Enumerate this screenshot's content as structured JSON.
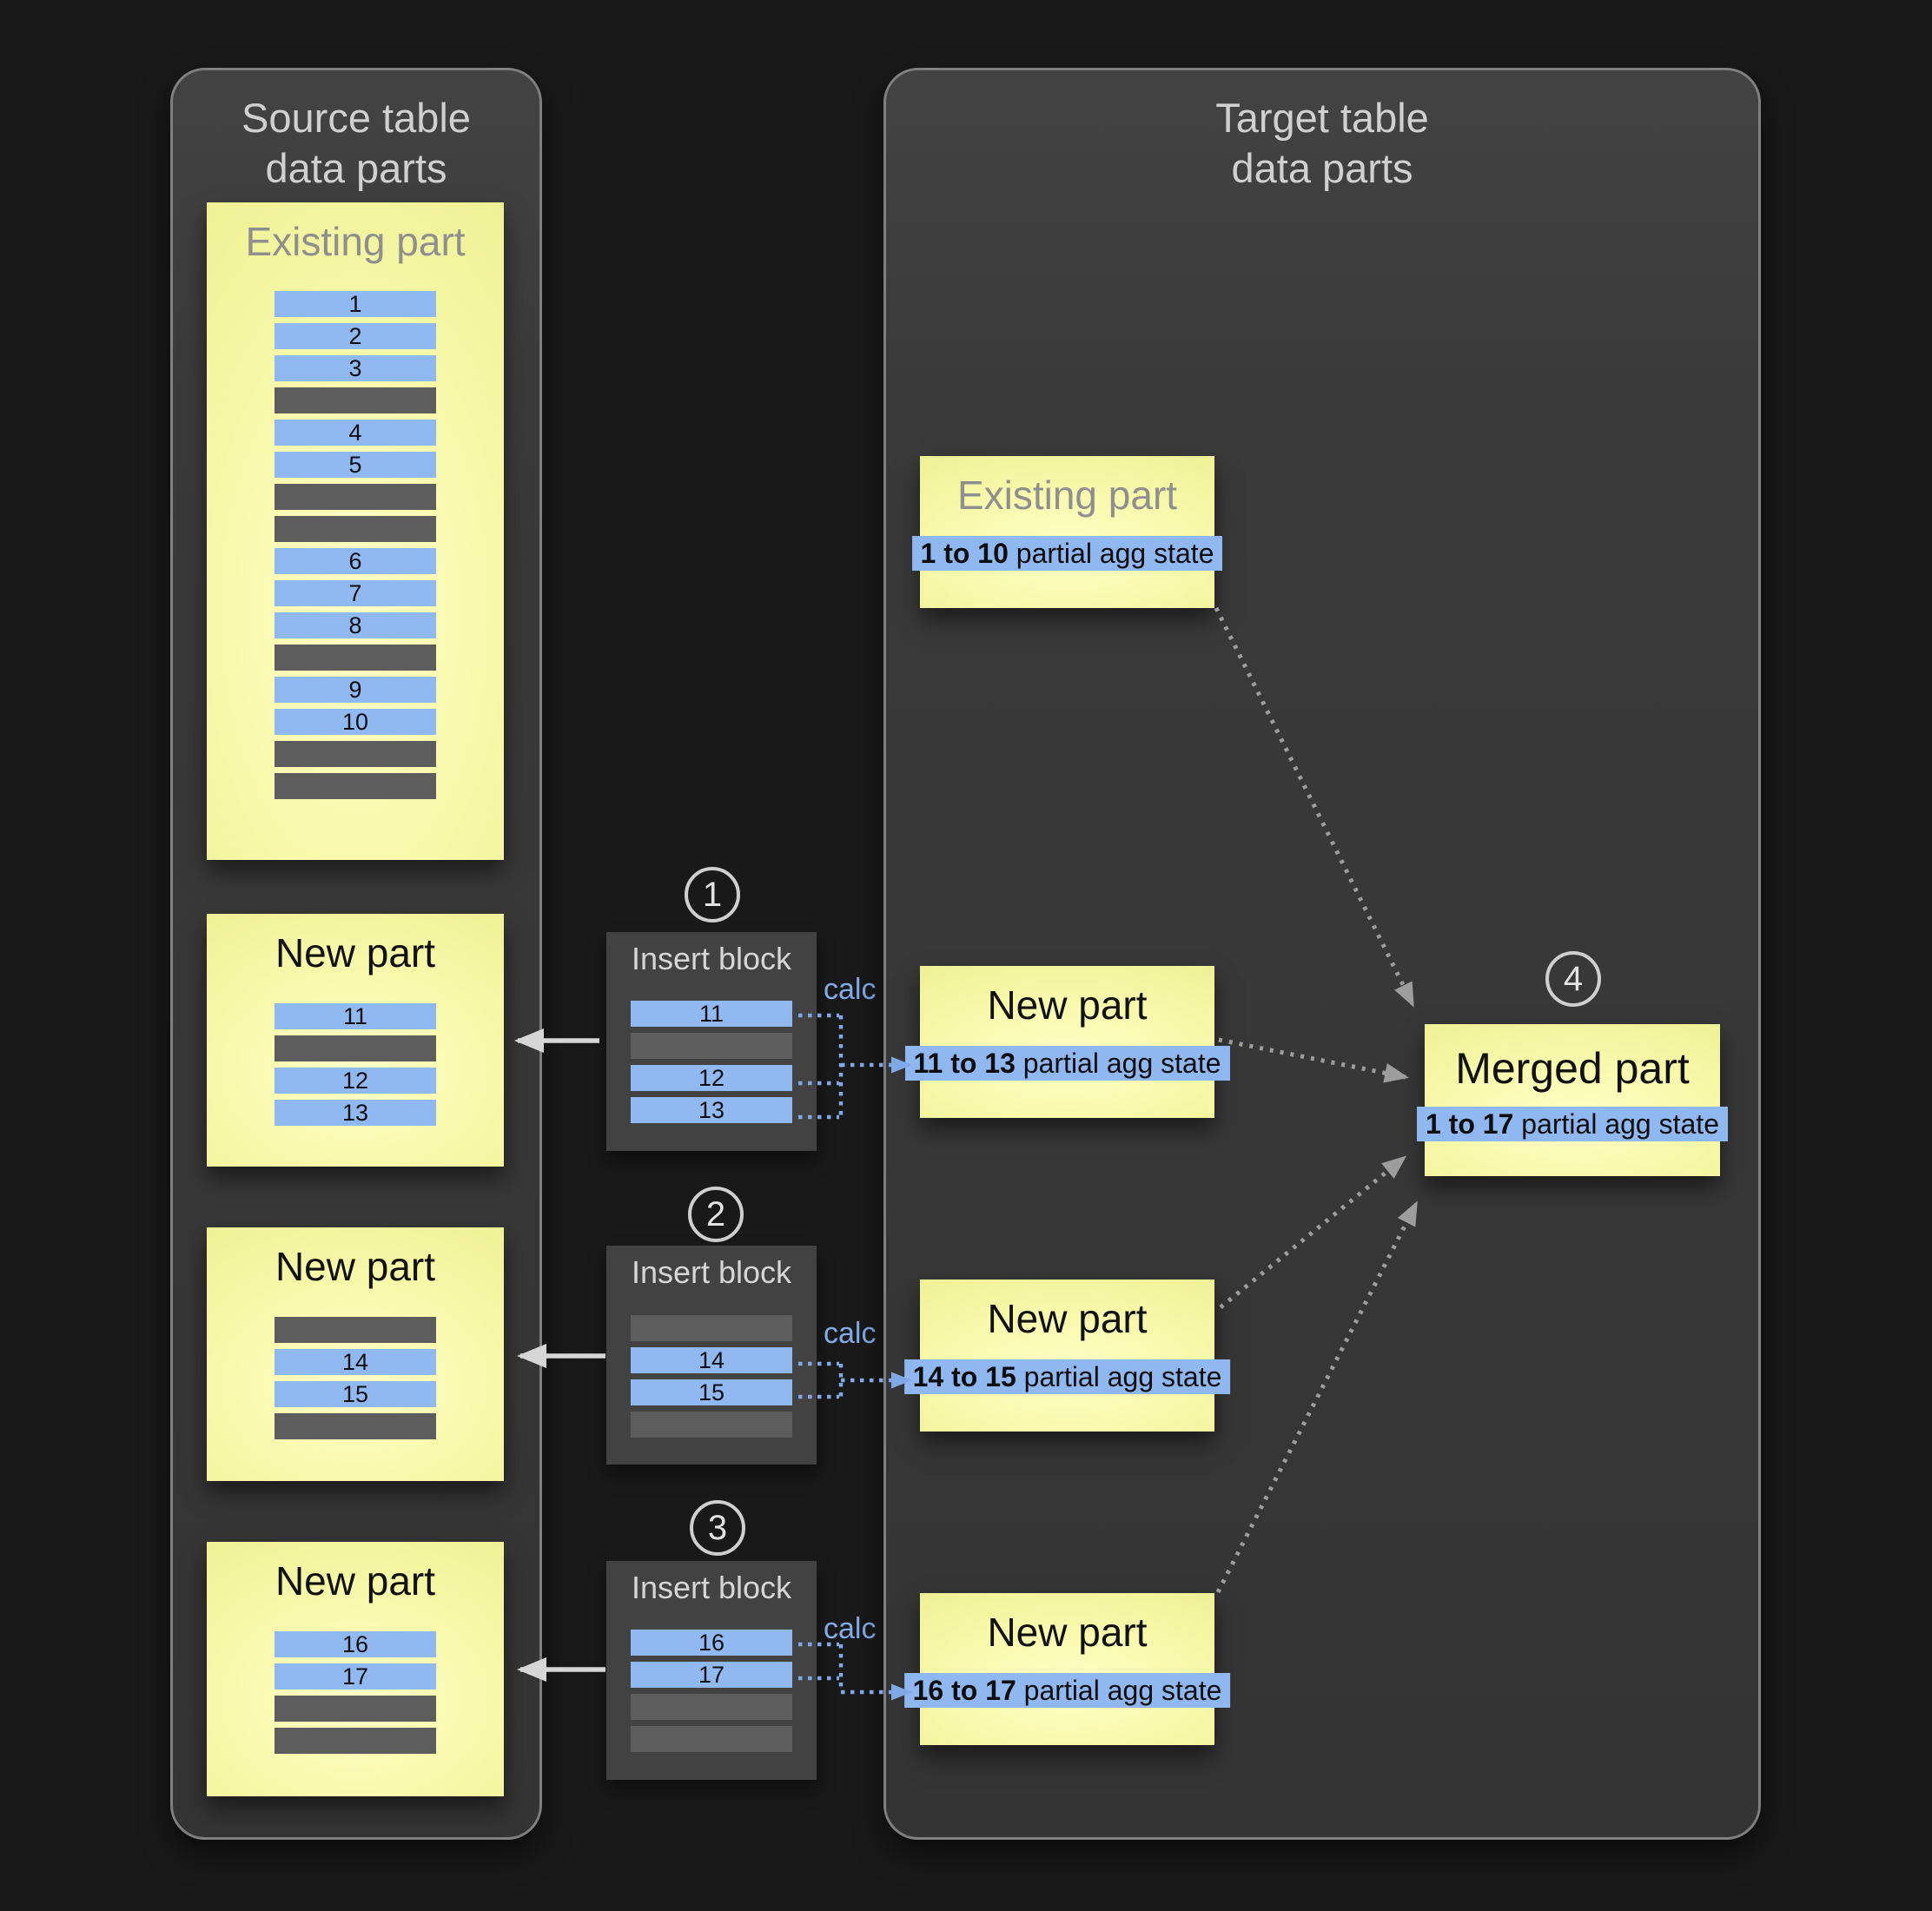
{
  "colors": {
    "part_yellow": "#f5f7a3",
    "row_blue": "#90b9f1",
    "gap_gray": "#5d5d5d",
    "calc_blue": "#82ace9",
    "solid_arrow_gray": "#d6d6d6",
    "dotted_arrow_gray": "#9d9d9d",
    "panel_background": "#3a3a3a"
  },
  "source_panel": {
    "title_line1": "Source table",
    "title_line2": "data parts",
    "existing_part": {
      "title": "Existing part",
      "rows": [
        "1",
        "2",
        "3",
        "",
        "4",
        "5",
        "",
        "",
        "6",
        "7",
        "8",
        "",
        "9",
        "10",
        "",
        ""
      ]
    },
    "new_parts": [
      {
        "title": "New part",
        "rows": [
          "11",
          "",
          "12",
          "13"
        ]
      },
      {
        "title": "New part",
        "rows": [
          "",
          "14",
          "15",
          ""
        ]
      },
      {
        "title": "New part",
        "rows": [
          "16",
          "17",
          "",
          ""
        ]
      }
    ]
  },
  "insert_blocks": [
    {
      "step": "1",
      "title": "Insert block",
      "calc_label": "calc",
      "rows": [
        "11",
        "",
        "12",
        "13"
      ]
    },
    {
      "step": "2",
      "title": "Insert block",
      "calc_label": "calc",
      "rows": [
        "",
        "14",
        "15",
        ""
      ]
    },
    {
      "step": "3",
      "title": "Insert block",
      "calc_label": "calc",
      "rows": [
        "16",
        "17",
        "",
        ""
      ]
    }
  ],
  "target_panel": {
    "title_line1": "Target table",
    "title_line2": "data parts",
    "existing_part": {
      "title": "Existing part",
      "agg_range": "1 to 10",
      "agg_suffix": " partial agg state"
    },
    "new_parts": [
      {
        "title": "New part",
        "agg_range": "11 to 13",
        "agg_suffix": " partial agg state"
      },
      {
        "title": "New part",
        "agg_range": "14 to 15",
        "agg_suffix": " partial agg state"
      },
      {
        "title": "New part",
        "agg_range": "16 to 17",
        "agg_suffix": " partial agg state"
      }
    ],
    "merged_part": {
      "step": "4",
      "title": "Merged part",
      "agg_range": "1 to 17",
      "agg_suffix": " partial agg state"
    }
  }
}
